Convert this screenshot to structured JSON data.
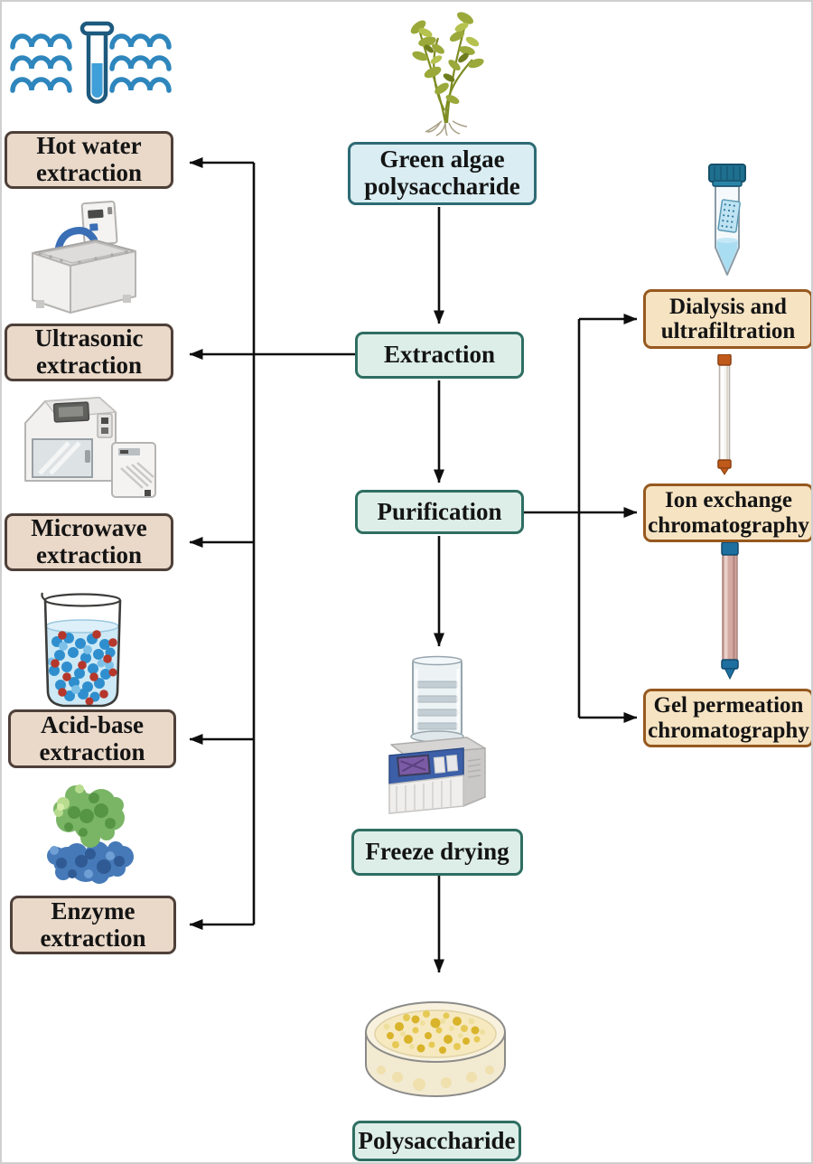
{
  "diagram": {
    "center_flow": {
      "source": {
        "label": "Green algae\npolysaccharide"
      },
      "steps": [
        {
          "id": "extraction",
          "label": "Extraction"
        },
        {
          "id": "purification",
          "label": "Purification"
        },
        {
          "id": "freeze_drying",
          "label": "Freeze drying"
        },
        {
          "id": "polysaccharide",
          "label": "Polysaccharide"
        }
      ]
    },
    "extraction_methods": [
      {
        "id": "hot_water",
        "label": "Hot water\nextraction"
      },
      {
        "id": "ultrasonic",
        "label": "Ultrasonic\nextraction"
      },
      {
        "id": "microwave",
        "label": "Microwave\nextraction"
      },
      {
        "id": "acid_base",
        "label": "Acid-base\nextraction"
      },
      {
        "id": "enzyme",
        "label": "Enzyme\nextraction"
      }
    ],
    "purification_methods": [
      {
        "id": "dialysis_ultrafiltration",
        "label": "Dialysis and\nultrafiltration"
      },
      {
        "id": "ion_exchange",
        "label": "Ion exchange\nchromatography"
      },
      {
        "id": "gel_permeation",
        "label": "Gel permeation\nchromatography"
      }
    ],
    "icons": {
      "test_tube_waves": "test-tube-in-hot-water-icon",
      "green_algae": "green-algae-illustration",
      "water_bath": "water-bath-equipment-illustration",
      "ultrasonic_machine": "ultrasonic-extractor-illustration",
      "beaker_molecules": "acid-base-beaker-illustration",
      "enzyme_protein": "enzyme-protein-illustration",
      "falcon_tube": "dialysis-centrifuge-tube-illustration",
      "ion_exchange_column": "ion-exchange-column-illustration",
      "gel_column": "gel-permeation-column-illustration",
      "freeze_dryer": "freeze-dryer-illustration",
      "petri_dish": "petri-dish-polysaccharide-illustration"
    },
    "colors": {
      "extraction_box_bg": "#ead9c9",
      "extraction_box_border": "#4e4039",
      "purification_box_bg": "#f6e3c2",
      "purification_box_border": "#96591f",
      "flow_box_bg": "#ddeee9",
      "flow_box_border": "#2f6e62",
      "source_box_bg": "#d9edf2",
      "source_box_border": "#2e6b75",
      "connector": "#0e0e0e",
      "wave_blue": "#2e86bd"
    }
  }
}
